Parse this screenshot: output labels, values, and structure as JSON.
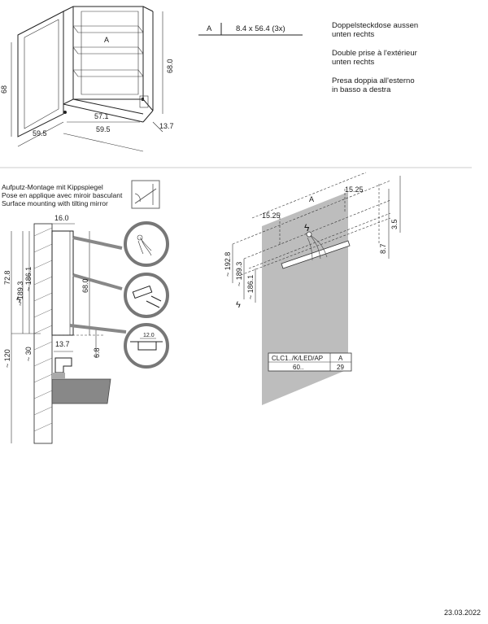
{
  "spec_table": {
    "key": "A",
    "value": "8.4 x 56.4 (3x)"
  },
  "socket_notes": [
    "Doppelsteckdose aussen\nunten rechts",
    "Double prise à l'extérieur\nunten rechts",
    "Presa doppia all'esterno\nin basso a destra"
  ],
  "mounting_title": [
    "Aufputz-Montage mit Kippspiegel",
    "Pose en applique avec miroir basculant",
    "Surface mounting with tilting mirror"
  ],
  "cabinet_dims": {
    "height_left": "68",
    "height_right": "68.0",
    "width_front": "59.5",
    "width_side": "59.5",
    "inner_width": "57.1",
    "depth": "13.7",
    "shelf_label": "A"
  },
  "side_view_dims": {
    "top_depth": "16.0",
    "d1": "72.8",
    "d2": "~ 189.3",
    "d3": "~ 186.1",
    "cab_height": "68.0",
    "depth_bottom": "13.7",
    "base_offset": "6.8",
    "floor_h1": "~ 120",
    "floor_h2": "~ 30",
    "detail_width": "12.0"
  },
  "wall_view_dims": {
    "a_label": "A",
    "right_offset": "15.25",
    "left_offset": "15.25",
    "top_right": "3.5",
    "right_h": "8.7",
    "h1": "~ 192.8",
    "h2": "~ 189.3",
    "h3": "~ 186.1"
  },
  "model_table": {
    "headers": [
      "CLC1../K/LED/AP",
      "A"
    ],
    "row": [
      "60..",
      "29"
    ]
  },
  "date": "23.03.2022"
}
